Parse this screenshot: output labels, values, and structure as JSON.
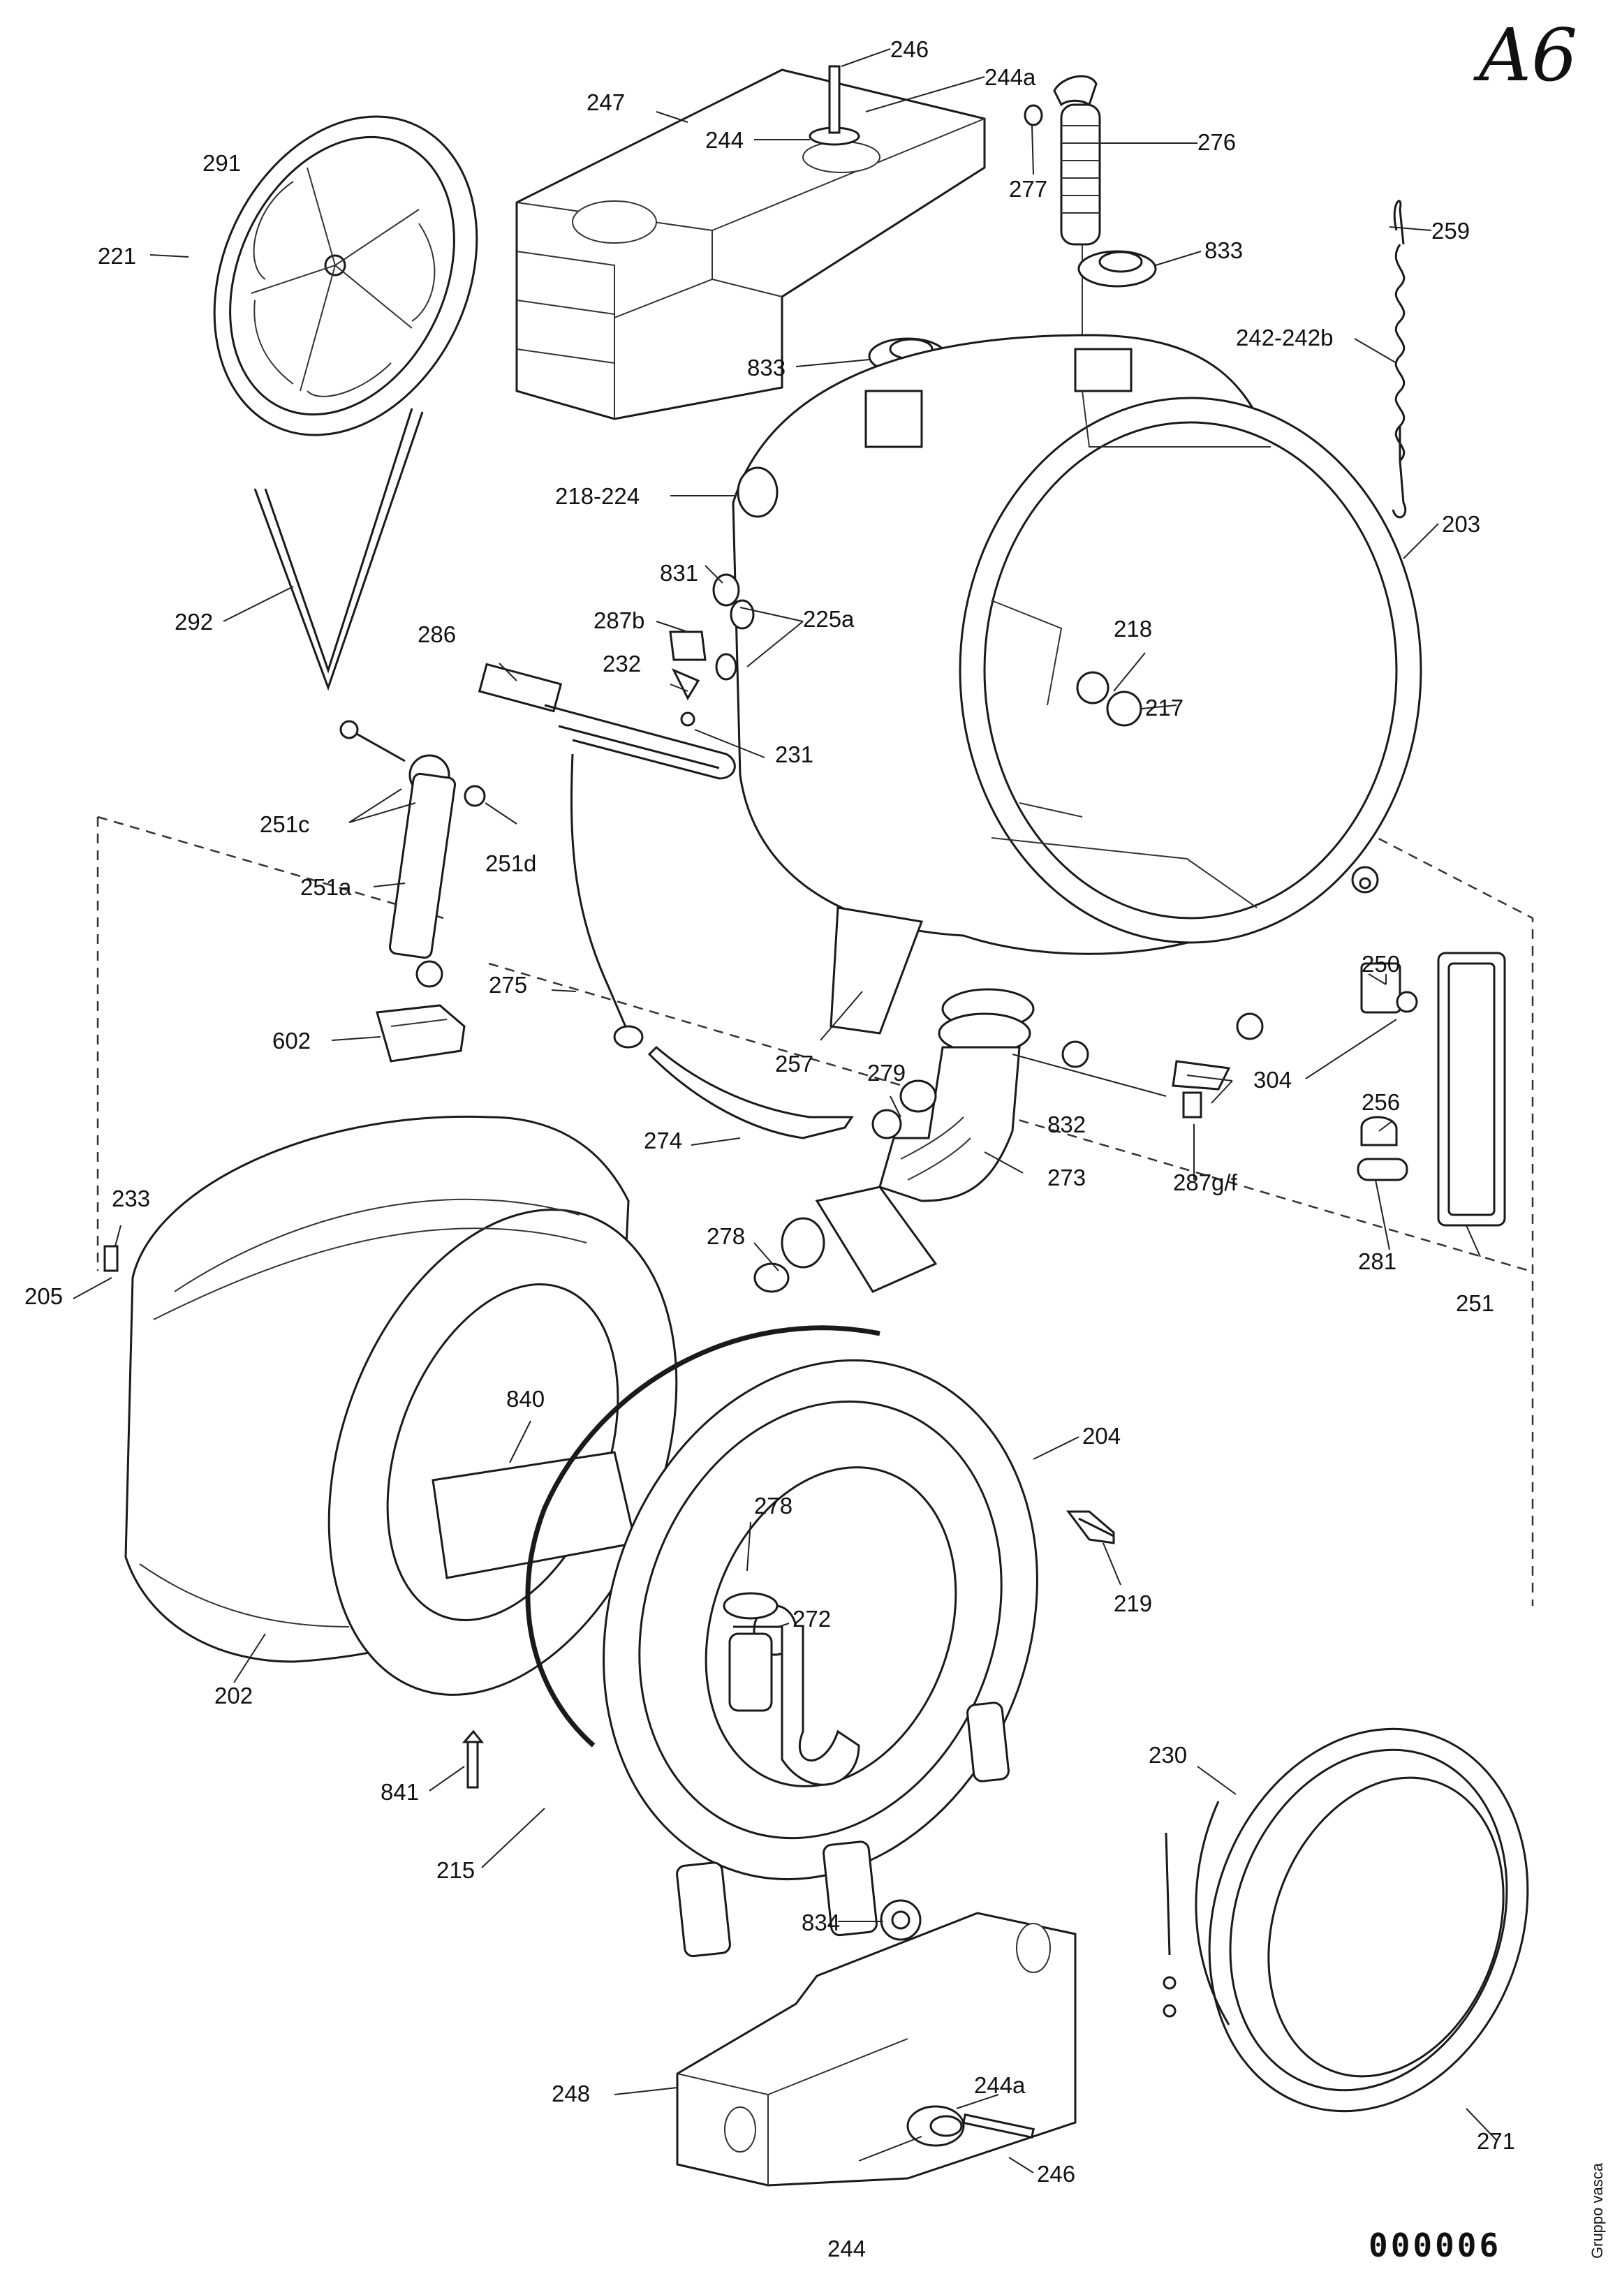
{
  "sheet": {
    "code": "A6",
    "drawing_number": "000006",
    "side_note": "Gruppo vasca"
  },
  "callouts": {
    "c246_top": "246",
    "c244a_top": "244a",
    "c247": "247",
    "c244_top": "244",
    "c276": "276",
    "c277": "277",
    "c291": "291",
    "c221": "221",
    "c259": "259",
    "c833_right": "833",
    "c242": "242-242b",
    "c833_left": "833",
    "c218_224": "218-224",
    "c203": "203",
    "c292": "292",
    "c831": "831",
    "c287b": "287b",
    "c225a": "225a",
    "c218": "218",
    "c286": "286",
    "c232": "232",
    "c217": "217",
    "c231": "231",
    "c251c": "251c",
    "c251d": "251d",
    "c251a": "251a",
    "c275": "275",
    "c250": "250",
    "c602": "602",
    "c257": "257",
    "c279": "279",
    "c304": "304",
    "c274": "274",
    "c832": "832",
    "c256": "256",
    "c273": "273",
    "c287gf": "287g/f",
    "c233": "233",
    "c278_top": "278",
    "c281": "281",
    "c205": "205",
    "c251": "251",
    "c840": "840",
    "c204": "204",
    "c278_mid": "278",
    "c272": "272",
    "c219": "219",
    "c202": "202",
    "c230": "230",
    "c841": "841",
    "c215": "215",
    "c834": "834",
    "c244a_bottom": "244a",
    "c248": "248",
    "c246_bottom": "246",
    "c271": "271",
    "c244_bottom": "244"
  }
}
